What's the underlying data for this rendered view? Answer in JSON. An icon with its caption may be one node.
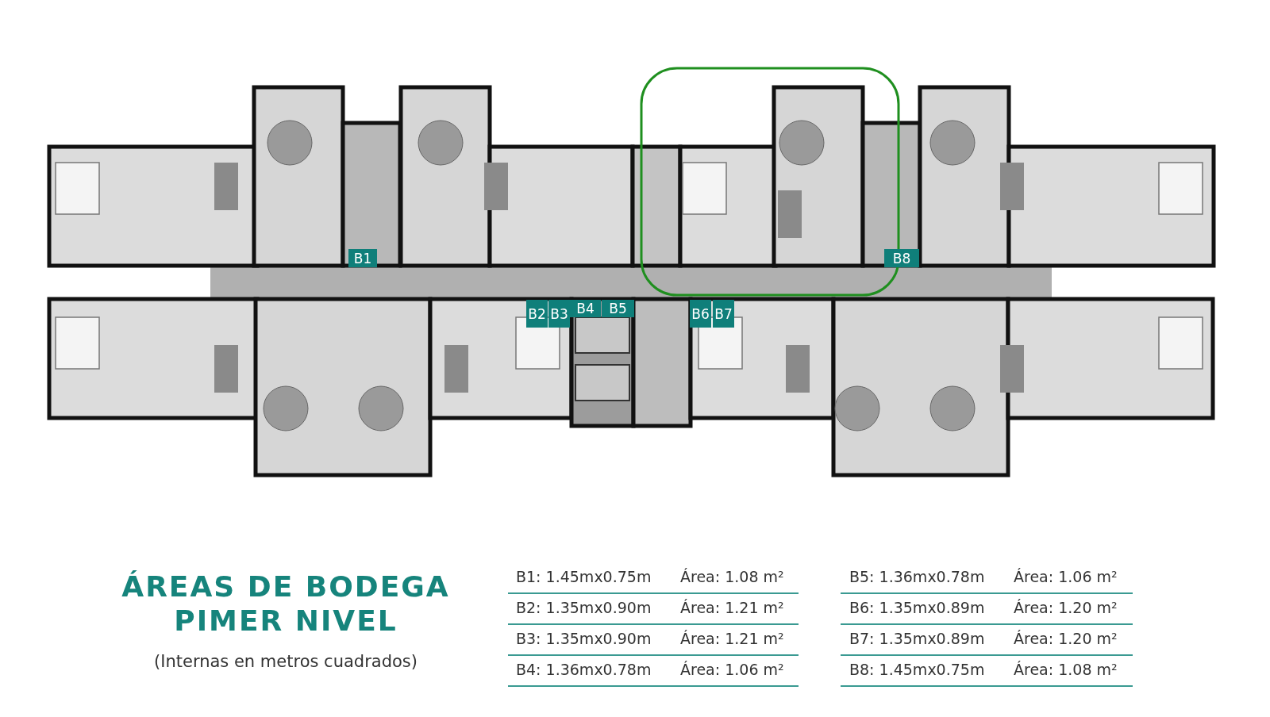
{
  "diagram": {
    "title": "ÁREAS DE BODEGA PIMER NIVEL",
    "caption": "(Internas en metros cuadrados)",
    "nodes": [
      {
        "text": [
          "B1"
        ]
      },
      {
        "text": [
          "B8"
        ]
      },
      {
        "text": [
          "B2"
        ]
      },
      {
        "text": [
          "B3"
        ]
      },
      {
        "text": [
          "B4"
        ]
      },
      {
        "text": [
          "B5"
        ]
      },
      {
        "text": [
          "B6"
        ]
      },
      {
        "text": [
          "B7"
        ]
      }
    ],
    "labels": [
      "B1: 1.45mx0.75m",
      "Área: 1.08 m²",
      "B5: 1.36mx0.78m",
      "Área: 1.06 m²",
      "B2: 1.35mx0.90m",
      "Área: 1.21 m²",
      "B6: 1.35mx0.89m",
      "Área: 1.20 m²",
      "B3: 1.35mx0.90m",
      "Área: 1.21 m²",
      "B7: 1.35mx0.89m",
      "Área: 1.20 m²",
      "B4: 1.36mx0.78m",
      "Área: 1.06 m²",
      "B8: 1.45mx0.75m",
      "Área: 1.08 m²"
    ]
  }
}
